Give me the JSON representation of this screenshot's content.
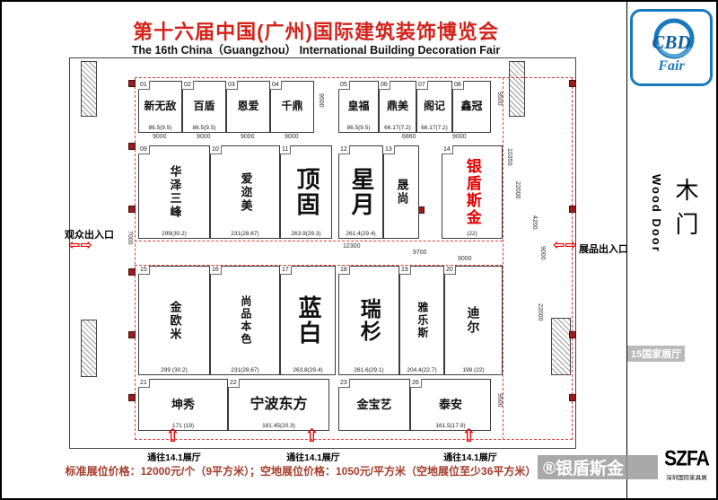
{
  "header": {
    "title_cn": "第十六届中国(广州)国际建筑装饰博览会",
    "title_en": "The 16th China（Guangzhou） International Building Decoration Fair"
  },
  "logo_cbd": {
    "cbd": "CBD",
    "fair": "Fair"
  },
  "side_label": {
    "cn": "木门",
    "en": "Wood Door"
  },
  "entrances": {
    "visitor": "观众出入口",
    "exhibit": "展品出入口",
    "hall_link": "通往14.1展厅",
    "left_arrow": "⇦⇨",
    "right_arrow": "⇦⇨",
    "up_arrow": "⇧"
  },
  "price_line": "标准展位价格：12000元/个（9平方米）；空地展位价格：1050元/平方米（空地展位至少36平方米）",
  "watermarks": {
    "brand": "®银盾斯金",
    "hall_tag": "15国家展厅",
    "szfa": "SZFA",
    "szfa_sub": "深圳国际家具展"
  },
  "colors": {
    "accent_red": "#d4231b",
    "booth_highlight": "#e60000",
    "cbd_blue": "#1879bd"
  },
  "booths": {
    "r1": [
      {
        "no": "01",
        "name": "新无敌",
        "area": "86.5(9.5)"
      },
      {
        "no": "02",
        "name": "百盾",
        "area": "86.5(9.5)"
      },
      {
        "no": "03",
        "name": "恩爱",
        "area": ""
      },
      {
        "no": "04",
        "name": "千鼎",
        "area": ""
      },
      {
        "no": "05",
        "name": "皇福",
        "area": "86.5(9.5)"
      },
      {
        "no": "06",
        "name": "鼎美",
        "area": "66.17(7.2)"
      },
      {
        "no": "07",
        "name": "阁记",
        "area": "66.17(7.2)"
      },
      {
        "no": "08",
        "name": "鑫冠",
        "area": ""
      }
    ],
    "r2": [
      {
        "no": "09",
        "name": "华泽三峰",
        "area": "299(30.2)"
      },
      {
        "no": "10",
        "name": "爱迩美",
        "area": "231(28.67)"
      },
      {
        "no": "11",
        "name": "顶固",
        "area": "263.9(29.3)"
      },
      {
        "no": "12",
        "name": "星月",
        "area": "261.4(29.4)"
      },
      {
        "no": "13",
        "name": "晟尚",
        "area": ""
      },
      {
        "no": "14",
        "name": "银盾斯金",
        "area": "(22)"
      }
    ],
    "r3": [
      {
        "no": "15",
        "name": "金欧米",
        "area": "299 (30.2)"
      },
      {
        "no": "16",
        "name": "尚品本色",
        "area": "231(28.67)"
      },
      {
        "no": "17",
        "name": "蓝白",
        "area": "263.8(29.4)"
      },
      {
        "no": "18",
        "name": "瑞杉",
        "area": "261.6(29.1)"
      },
      {
        "no": "19",
        "name": "雅乐斯",
        "area": "204.4(22.7)"
      },
      {
        "no": "20",
        "name": "迪尔",
        "area": "198 (22)"
      }
    ],
    "r4": [
      {
        "no": "21",
        "name": "坤秀",
        "area": "171 (19)"
      },
      {
        "no": "22",
        "name": "宁波东方",
        "area": "181.45(20.3)"
      },
      {
        "no": "23",
        "name": "金宝艺",
        "area": ""
      },
      {
        "no": "26",
        "name": "泰安",
        "area": "161.5(17.9)"
      }
    ]
  },
  "dims": {
    "t1": "9000",
    "t2": "9000",
    "t3": "9000",
    "t4": "9000",
    "t5": "6860",
    "t6": "9000",
    "g1": "9500",
    "m1": "12300",
    "m2": "9700",
    "m3": "9000",
    "r1": "9500",
    "r2": "10350",
    "r3": "22000",
    "r4": "4200",
    "r5": "9000",
    "r6": "22000",
    "r7": "9500",
    "l1": "7000"
  }
}
